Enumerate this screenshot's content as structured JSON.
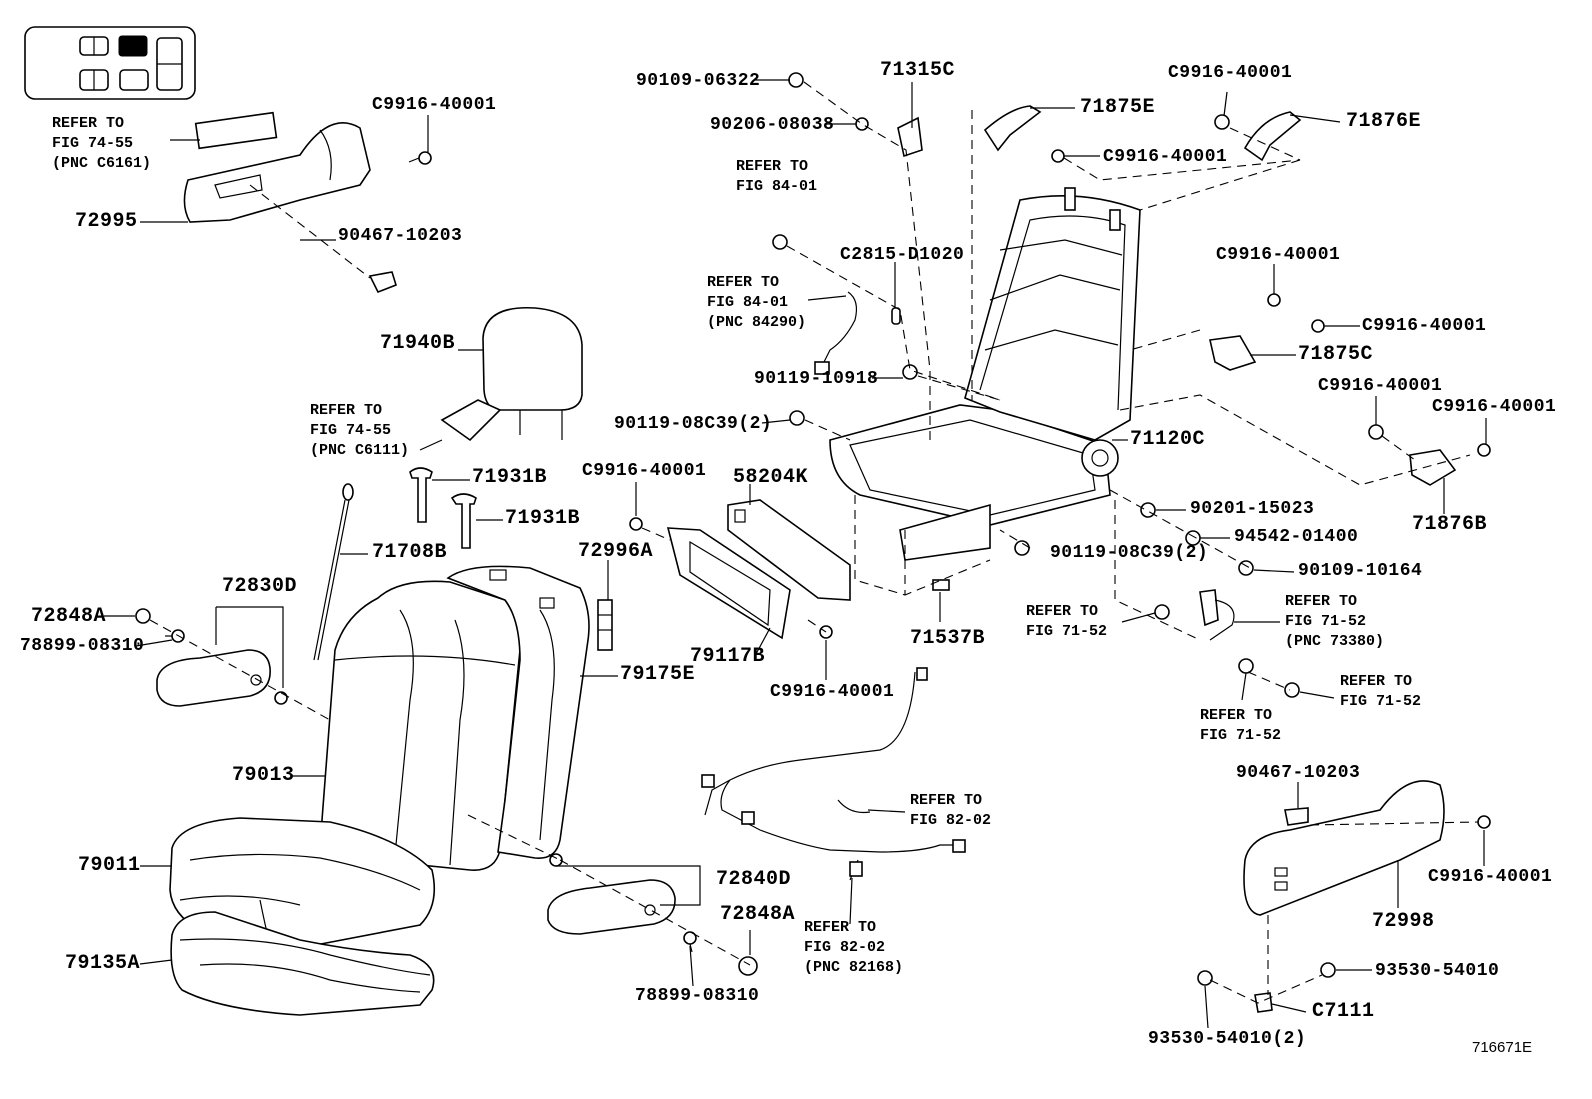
{
  "figure_id": "716671E",
  "locator": {
    "highlighted_position": "top-center"
  },
  "part_labels": {
    "p71315C": "71315C",
    "p90109_06322": "90109-06322",
    "p90206_08038": "90206-08038",
    "p71875E": "71875E",
    "p71876E": "71876E",
    "pC9916_a": "C9916-40001",
    "pC9916_b": "C9916-40001",
    "pC9916_c": "C9916-40001",
    "pC9916_d": "C9916-40001",
    "pC9916_e": "C9916-40001",
    "pC9916_f": "C9916-40001",
    "pC9916_g": "C9916-40001",
    "pC9916_h": "C9916-40001",
    "pC9916_i": "C9916-40001",
    "pC9916_j": "C9916-40001",
    "p72995": "72995",
    "p90467_a": "90467-10203",
    "p90467_b": "90467-10203",
    "pC2815": "C2815-D1020",
    "p71875C": "71875C",
    "p90119_10918": "90119-10918",
    "p90119_08C39_a": "90119-08C39(2)",
    "p90119_08C39_b": "90119-08C39(2)",
    "p71120C": "71120C",
    "p71876B": "71876B",
    "p71940B": "71940B",
    "p71931B_a": "71931B",
    "p71931B_b": "71931B",
    "p58204K": "58204K",
    "p72996A": "72996A",
    "p90201": "90201-15023",
    "p94542": "94542-01400",
    "p90109_10164": "90109-10164",
    "p71708B": "71708B",
    "p72830D": "72830D",
    "p72848A_a": "72848A",
    "p72848A_b": "72848A",
    "p78899_a": "78899-08310",
    "p78899_b": "78899-08310",
    "p79117B": "79117B",
    "p71537B": "71537B",
    "p79175E": "79175E",
    "p79013": "79013",
    "p79011": "79011",
    "p79135A": "79135A",
    "p72840D": "72840D",
    "p72998": "72998",
    "p93530_a": "93530-54010",
    "p93530_b": "93530-54010(2)",
    "pC7111": "C7111"
  },
  "references": {
    "r_74_55_c6161": "REFER TO\nFIG 74-55\n(PNC C6161)",
    "r_84_01_a": "REFER TO\nFIG 84-01",
    "r_84_01_b": "REFER TO\nFIG 84-01\n(PNC 84290)",
    "r_74_55_c6111": "REFER TO\nFIG 74-55\n(PNC C6111)",
    "r_71_52_a": "REFER TO\nFIG 71-52",
    "r_71_52_b": "REFER TO\nFIG 71-52\n(PNC 73380)",
    "r_71_52_c": "REFER TO\nFIG 71-52",
    "r_71_52_d": "REFER TO\nFIG 71-52",
    "r_82_02_a": "REFER TO\nFIG 82-02",
    "r_82_02_b": "REFER TO\nFIG 82-02\n(PNC 82168)"
  }
}
